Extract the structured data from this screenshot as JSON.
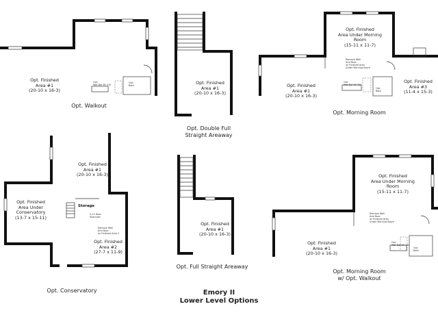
{
  "title_lines": [
    "Emory II",
    "Lower Level Options"
  ],
  "plans": [
    {
      "caption": "Opt. Walkout",
      "room_names": [
        "Opt. Finished",
        "Area #1"
      ],
      "room_dims": "(20-10 x 16-3)",
      "small_labels": [
        "Opt.\nWet Bar W/ 13x",
        "Opt.\nBath"
      ]
    },
    {
      "caption_lines": [
        "Opt. Double Full",
        "Straight Areaway"
      ],
      "room_names": [
        "Opt. Finished",
        "Area #1"
      ],
      "room_dims": "(20-10 x 16-3)"
    },
    {
      "caption": "Opt. Morning Room",
      "rooms": [
        {
          "names": [
            "Opt. Finished",
            "Area Under Morning",
            "Room"
          ],
          "dims": "(15-11 x 11-7)"
        },
        {
          "names": [
            "Opt. Finished",
            "Area #1"
          ],
          "dims": "(20-10 x 16-3)"
        },
        {
          "names": [
            "Opt. Finished",
            "Area #3"
          ],
          "dims": "(11-4 x 15-3)"
        }
      ],
      "small_labels": [
        "Remove Wall\nAnd Door\nw/ Finished Area\nUnder Morning Room",
        "Opt.\nWet Bar W/ 13x",
        "Opt.\nBath"
      ]
    },
    {
      "caption": "Opt. Conservatory",
      "rooms": [
        {
          "names": [
            "Opt. Finished",
            "Area #1"
          ],
          "dims": "(20-10 x 16-3)"
        },
        {
          "names": [
            "Opt. Finished",
            "Area Under",
            "Conservatory"
          ],
          "dims": "(13-7 x 15-11)"
        },
        {
          "names": [
            "Opt. Finished",
            "Area #2"
          ],
          "dims": "(27-7 x 11-9)"
        }
      ],
      "storage_label": "Storage",
      "small_labels": [
        "2:12 Door\nStaircase",
        "Remove Wall\nAnd Door\nw/ Finished Area 2"
      ]
    },
    {
      "caption": "Opt. Full Straight Areaway",
      "room_names": [
        "Opt. Finished",
        "Area #1"
      ],
      "room_dims": "(20-10 x 16-3)"
    },
    {
      "caption_lines": [
        "Opt. Morning Room",
        "w/ Opt. Walkout"
      ],
      "rooms": [
        {
          "names": [
            "Opt. Finished",
            "Area Under Morning",
            "Room"
          ],
          "dims": "(15-11 x 11-7)"
        },
        {
          "names": [
            "Opt. Finished",
            "Area #1"
          ],
          "dims": "(20-10 x 16-3)"
        }
      ],
      "small_labels": [
        "Remove Wall\nAnd Door\nw/ Finished Area\nUnder Morning Room",
        "Opt.\nWet Bar W/ 13x",
        "Opt.\nBath"
      ]
    }
  ],
  "colors": {
    "wall": "#111111",
    "thin_line": "#444444",
    "text": "#222222",
    "background": "#ffffff"
  }
}
